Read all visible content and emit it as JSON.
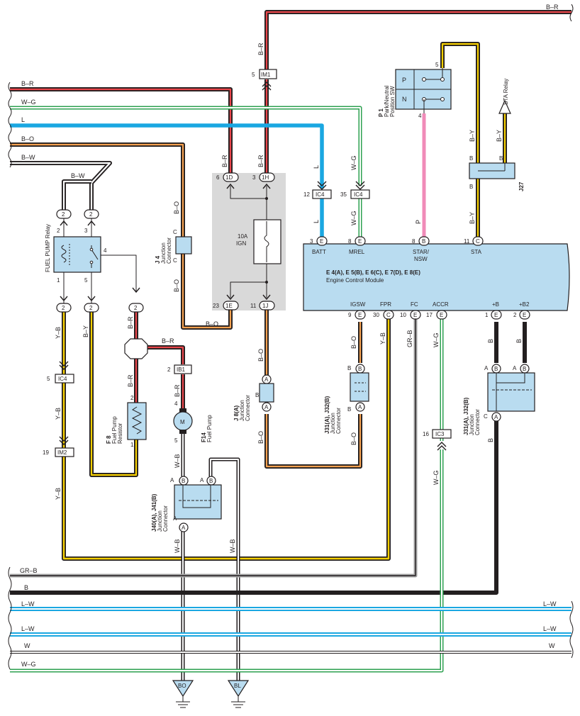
{
  "colors": {
    "B": "#231f20",
    "R": "#e8454a",
    "L": "#1aa7e1",
    "W": "#ffffff",
    "G": "#2da050",
    "O": "#f5a14f",
    "Y": "#f7d000",
    "P": "#f08bb8",
    "GR": "#a6a6a6",
    "box": "#b9dcf0",
    "junction_bg": "#d9d9d9"
  },
  "wires": {
    "b_r": "B–R",
    "w_g": "W–G",
    "l": "L",
    "b_o": "B–O",
    "b_w": "B–W",
    "y_b": "Y–B",
    "b_y": "B–Y",
    "w_b": "W–B",
    "gr_b": "GR–B",
    "b": "B",
    "l_w": "L–W",
    "w": "W",
    "p": "P"
  },
  "connectors": {
    "im1": "IM1",
    "ic4": "IC4",
    "ib1": "IB1",
    "im2": "IM2",
    "ic3": "IC3",
    "c1d": "1D",
    "c1h": "1H",
    "c1e": "1E",
    "c1j": "1J"
  },
  "pins": {
    "p2": "2",
    "p3": "3",
    "p4": "4",
    "p5": "5",
    "p6": "6",
    "p8": "8",
    "p9": "9",
    "p10": "10",
    "p11": "11",
    "p12": "12",
    "p16": "16",
    "p17": "17",
    "p19": "19",
    "p23": "23",
    "p30": "30",
    "p35": "35",
    "p1": "1",
    "A": "A",
    "B": "B",
    "C": "C",
    "E": "E",
    "M": "M",
    "P": "P",
    "N": "N"
  },
  "components": {
    "fuse_amp": "10A",
    "fuse_name": "IGN",
    "fuel_pump_relay": "FUEL PUMP Relay",
    "j4_id": "J 4",
    "j4_name1": "Junction",
    "j4_name2": "Connector",
    "f8_id": "F 8",
    "f8_name1": "Fuel Pump",
    "f8_name2": "Resistor",
    "f14_id": "F14",
    "f14_name": "Fuel Pump",
    "j40_id": "J40(A), J41(B)",
    "j8_id": "J 8(A)",
    "j31a_id": "J31(A), J32(B)",
    "j31b_id": "J31(A), J32(B)",
    "p1_id": "P 1",
    "p1_name1": "Park/Neutral",
    "p1_name2": "Position SW",
    "j27_id": "J27",
    "sta_relay": "STA Relay",
    "ecm_ids": "E 4(A), E 5(B), E 6(C), E 7(D), E 8(E)",
    "ecm_name": "Engine Control Module",
    "ground_bo": "BO",
    "ground_bl": "BL"
  },
  "ecm_terms": {
    "batt": "BATT",
    "mrel": "MREL",
    "star": "STAR/",
    "nsw": "NSW",
    "sta": "STA",
    "igsw": "IGSW",
    "fpr": "FPR",
    "fc": "FC",
    "accr": "ACCR",
    "plus_b": "+B",
    "plus_b2": "+B2"
  }
}
